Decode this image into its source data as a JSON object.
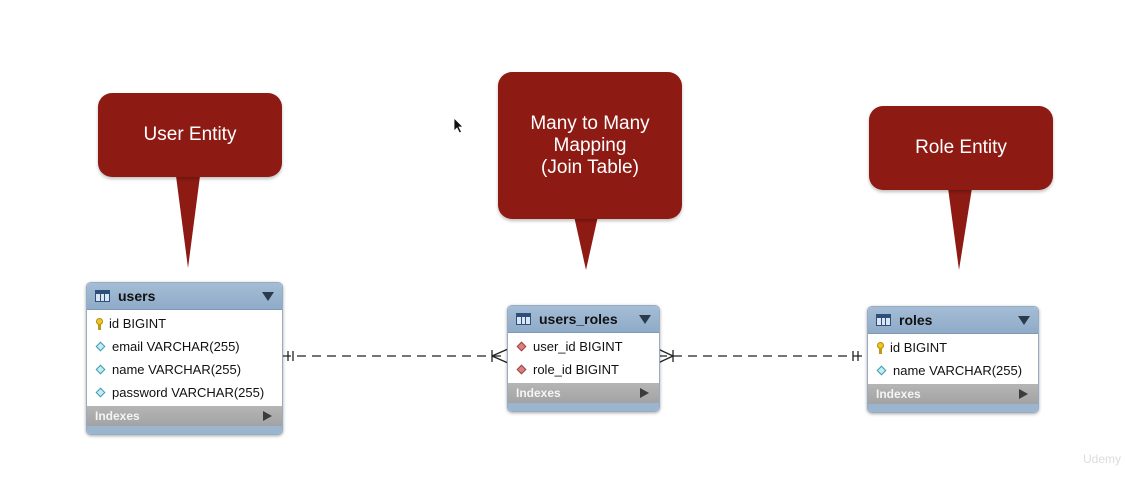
{
  "callouts": {
    "user": "User Entity",
    "mapping": "Many to Many\nMapping\n(Join Table)",
    "role": "Role Entity"
  },
  "tables": {
    "users": {
      "name": "users",
      "rows": [
        {
          "icon": "key",
          "text": "id BIGINT"
        },
        {
          "icon": "diamond-blue",
          "text": "email VARCHAR(255)"
        },
        {
          "icon": "diamond-blue",
          "text": "name VARCHAR(255)"
        },
        {
          "icon": "diamond-blue",
          "text": "password VARCHAR(255)"
        }
      ],
      "indexes_label": "Indexes"
    },
    "users_roles": {
      "name": "users_roles",
      "rows": [
        {
          "icon": "diamond-red",
          "text": "user_id BIGINT"
        },
        {
          "icon": "diamond-red",
          "text": "role_id BIGINT"
        }
      ],
      "indexes_label": "Indexes"
    },
    "roles": {
      "name": "roles",
      "rows": [
        {
          "icon": "key",
          "text": "id BIGINT"
        },
        {
          "icon": "diamond-blue",
          "text": "name VARCHAR(255)"
        }
      ],
      "indexes_label": "Indexes"
    }
  },
  "relationships": [
    {
      "from": "users",
      "to": "users_roles",
      "from_end": "one-and-only-one",
      "to_end": "one-or-many"
    },
    {
      "from": "users_roles",
      "to": "roles",
      "from_end": "one-or-many",
      "to_end": "one-and-only-one"
    }
  ],
  "colors": {
    "callout": "#8e1a14",
    "table_header": "#9bb5cf",
    "indexes_bar": "#ababab",
    "connector": "#222222"
  },
  "watermark": "Udemy"
}
